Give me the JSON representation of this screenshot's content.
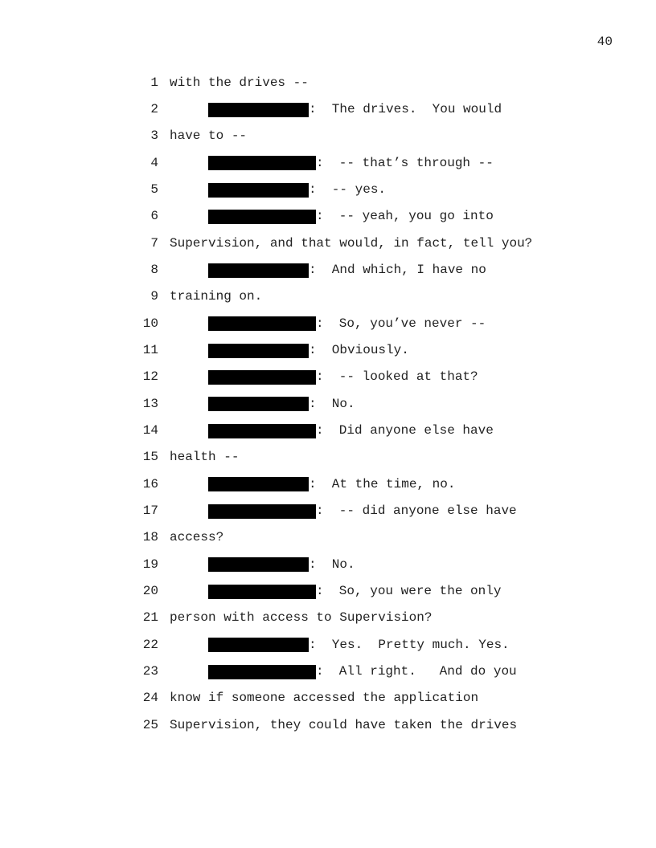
{
  "page_number": "40",
  "lines": [
    {
      "num": "1",
      "type": "text",
      "text": "with the drives --"
    },
    {
      "num": "2",
      "type": "speaker",
      "redaction": "short",
      "text": ":  The drives.  You would"
    },
    {
      "num": "3",
      "type": "text",
      "text": "have to --"
    },
    {
      "num": "4",
      "type": "speaker",
      "redaction": "long",
      "text": ":  -- that’s through --"
    },
    {
      "num": "5",
      "type": "speaker",
      "redaction": "short",
      "text": ":  -- yes."
    },
    {
      "num": "6",
      "type": "speaker",
      "redaction": "long",
      "text": ":  -- yeah, you go into"
    },
    {
      "num": "7",
      "type": "text",
      "text": "Supervision, and that would, in fact, tell you?"
    },
    {
      "num": "8",
      "type": "speaker",
      "redaction": "short",
      "text": ":  And which, I have no"
    },
    {
      "num": "9",
      "type": "text",
      "text": "training on."
    },
    {
      "num": "10",
      "type": "speaker",
      "redaction": "long",
      "text": ":  So, you’ve never --"
    },
    {
      "num": "11",
      "type": "speaker",
      "redaction": "short",
      "text": ":  Obviously."
    },
    {
      "num": "12",
      "type": "speaker",
      "redaction": "long",
      "text": ":  -- looked at that?"
    },
    {
      "num": "13",
      "type": "speaker",
      "redaction": "short",
      "text": ":  No."
    },
    {
      "num": "14",
      "type": "speaker",
      "redaction": "long",
      "text": ":  Did anyone else have"
    },
    {
      "num": "15",
      "type": "text",
      "text": "health --"
    },
    {
      "num": "16",
      "type": "speaker",
      "redaction": "short",
      "text": ":  At the time, no."
    },
    {
      "num": "17",
      "type": "speaker",
      "redaction": "long",
      "text": ":  -- did anyone else have"
    },
    {
      "num": "18",
      "type": "text",
      "text": "access?"
    },
    {
      "num": "19",
      "type": "speaker",
      "redaction": "short",
      "text": ":  No."
    },
    {
      "num": "20",
      "type": "speaker",
      "redaction": "long",
      "text": ":  So, you were the only"
    },
    {
      "num": "21",
      "type": "text",
      "text": "person with access to Supervision?"
    },
    {
      "num": "22",
      "type": "speaker",
      "redaction": "short",
      "text": ":  Yes.  Pretty much. Yes."
    },
    {
      "num": "23",
      "type": "speaker",
      "redaction": "long",
      "text": ":  All right.   And do you"
    },
    {
      "num": "24",
      "type": "text",
      "text": "know if someone accessed the application"
    },
    {
      "num": "25",
      "type": "text",
      "text": "Supervision, they could have taken the drives"
    }
  ]
}
